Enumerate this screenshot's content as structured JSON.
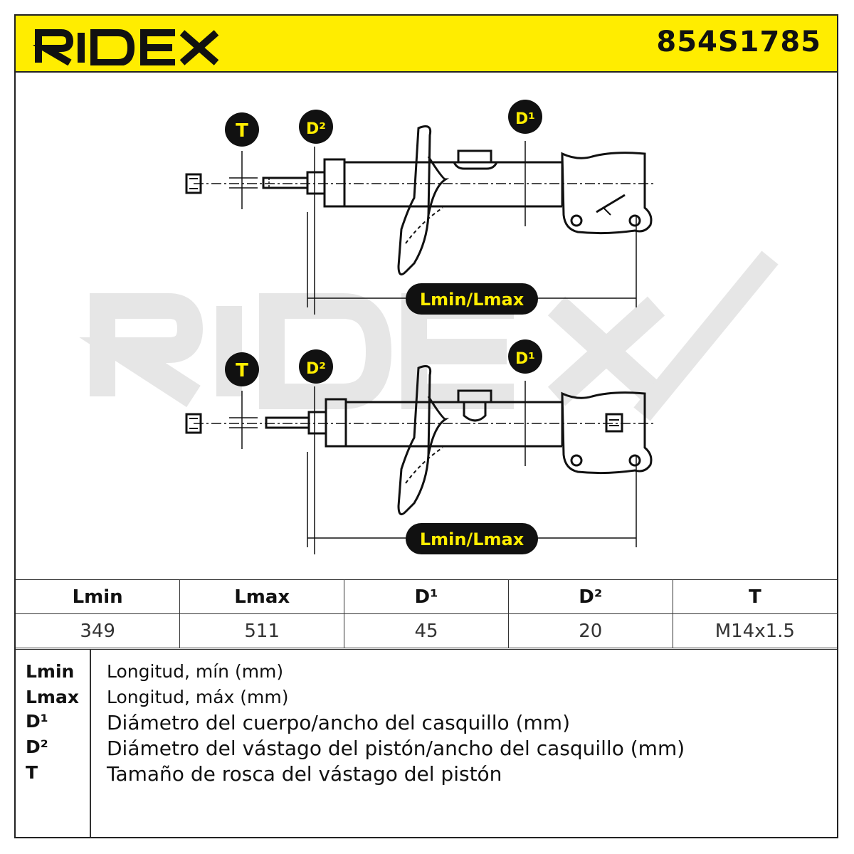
{
  "header": {
    "brand": "RIDEX",
    "part_number": "854S1785",
    "brand_color": "#111111",
    "header_color": "#ffed00"
  },
  "drawing": {
    "watermark": "RIDEX",
    "labels": {
      "t": "T",
      "d2": "D²",
      "d1": "D¹",
      "length": "Lmin/Lmax"
    }
  },
  "specs": {
    "headers": [
      "Lmin",
      "Lmax",
      "D¹",
      "D²",
      "T"
    ],
    "values": [
      "349",
      "511",
      "45",
      "20",
      "M14x1.5"
    ]
  },
  "legend": [
    {
      "key": "Lmin",
      "desc": "Longitud, mín (mm)"
    },
    {
      "key": "Lmax",
      "desc": "Longitud, máx (mm)"
    },
    {
      "key": "D¹",
      "desc": "Diámetro del cuerpo/ancho del casquillo (mm)"
    },
    {
      "key": "D²",
      "desc": "Diámetro del vástago del pistón/ancho del casquillo (mm)"
    },
    {
      "key": "T",
      "desc": "Tamaño de rosca del vástago del pistón"
    }
  ]
}
